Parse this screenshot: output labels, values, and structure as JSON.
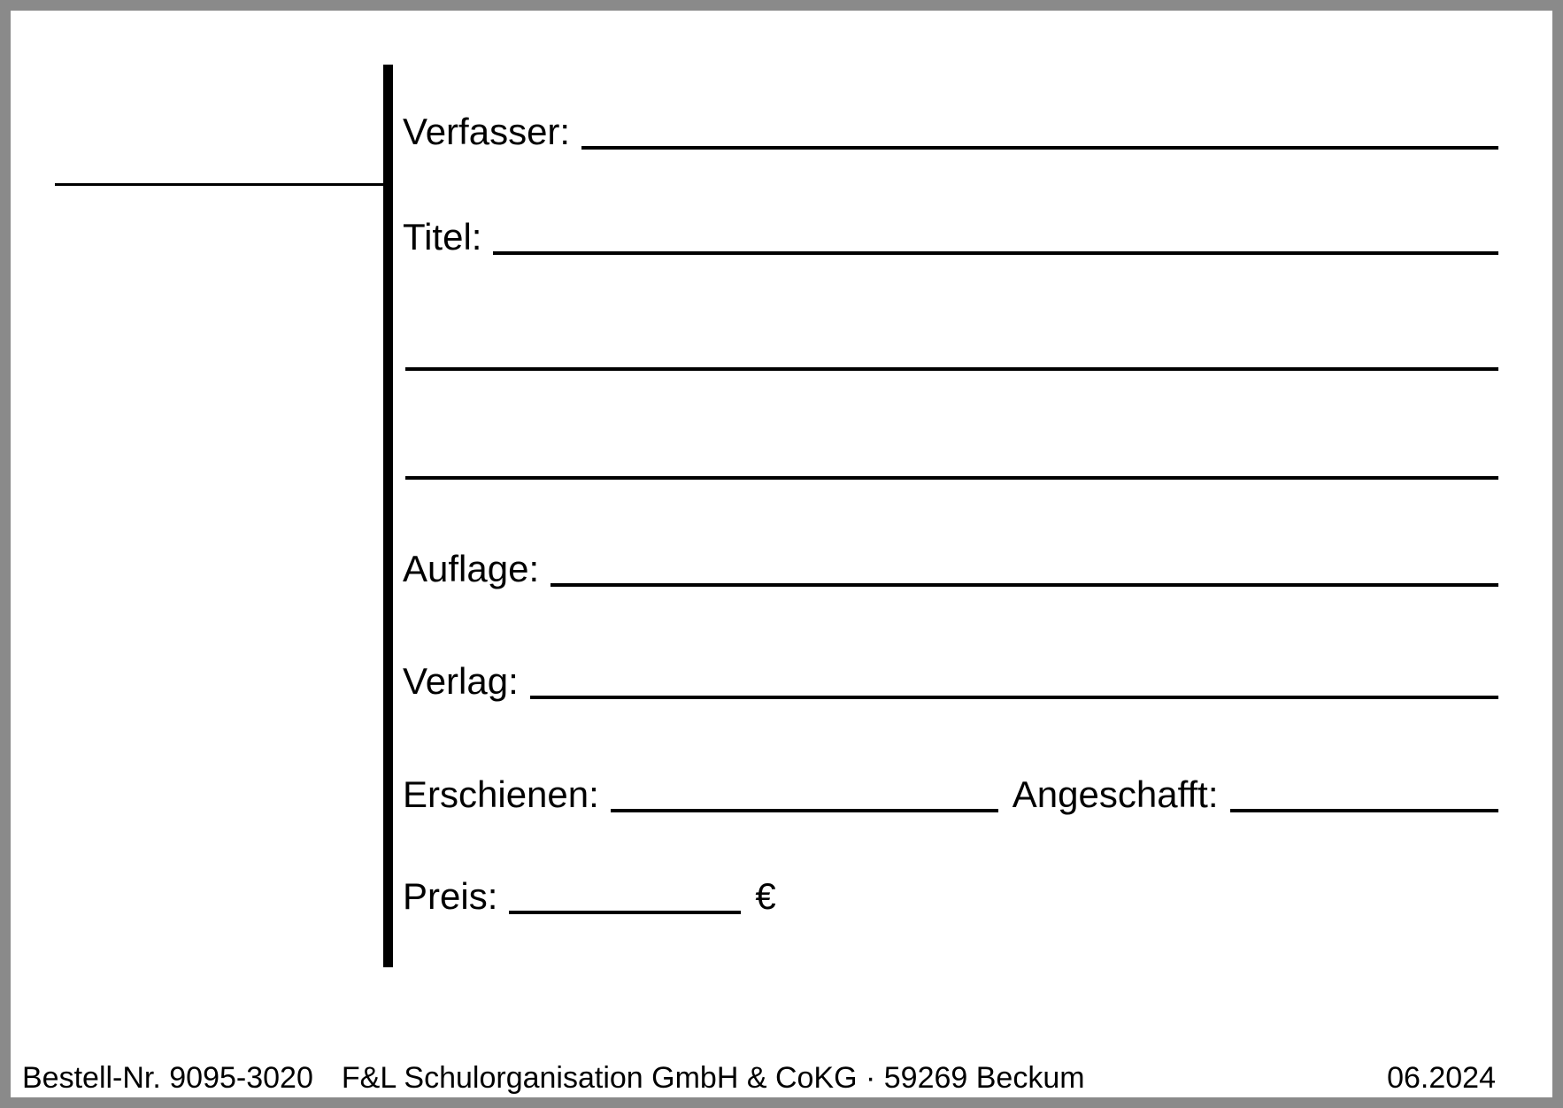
{
  "card": {
    "fields": {
      "verfasser_label": "Verfasser:",
      "titel_label": "Titel:",
      "auflage_label": "Auflage:",
      "verlag_label": "Verlag:",
      "erschienen_label": "Erschienen:",
      "angeschafft_label": "Angeschafft:",
      "preis_label": "Preis:",
      "currency_symbol": "€"
    },
    "footer": {
      "order_number": "Bestell-Nr. 9095-3020",
      "company": "F&L Schulorganisation GmbH & CoKG · 59269 Beckum",
      "date": "06.2024"
    },
    "colors": {
      "frame_gray": "#8a8a8a",
      "ink": "#000000",
      "paper": "#ffffff"
    }
  }
}
